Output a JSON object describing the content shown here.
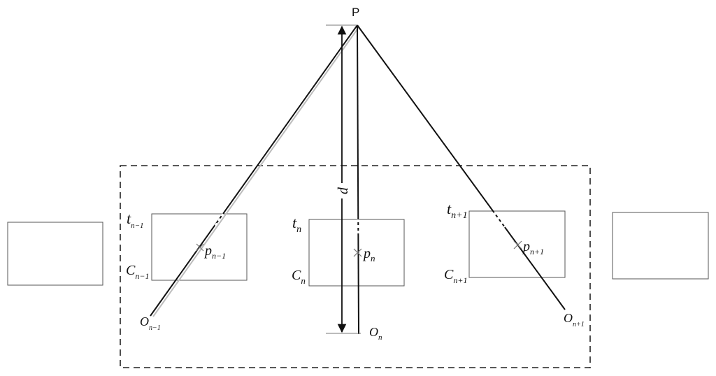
{
  "point_label": "P",
  "distance_label": "d",
  "cameras": [
    {
      "t": "t",
      "t_sub": "n−1",
      "c": "C",
      "c_sub": "n−1",
      "p": "p",
      "p_sub": "n−1",
      "o": "O",
      "o_sub": "n−1"
    },
    {
      "t": "t",
      "t_sub": "n",
      "c": "C",
      "c_sub": "n",
      "p": "p",
      "p_sub": "n",
      "o": "O",
      "o_sub": "n"
    },
    {
      "t": "t",
      "t_sub": "n+1",
      "c": "C",
      "c_sub": "n+1",
      "p": "p",
      "p_sub": "n+1",
      "o": "O",
      "o_sub": "n+1"
    }
  ]
}
